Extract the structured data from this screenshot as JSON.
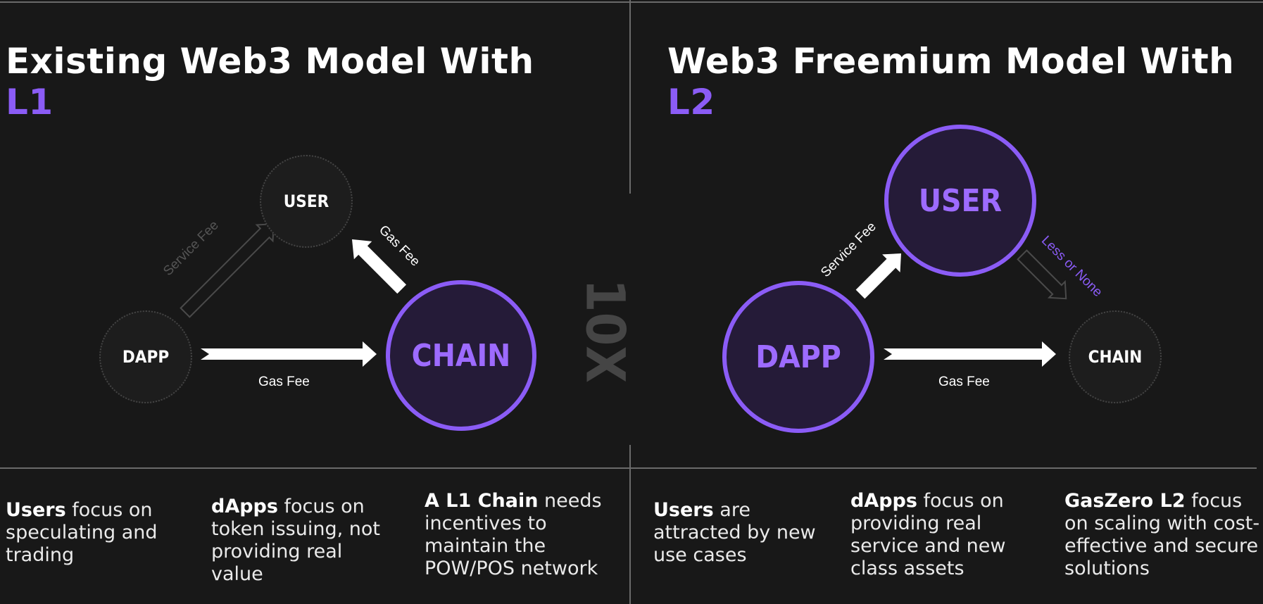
{
  "left": {
    "title_line1": "Existing Web3 Model With",
    "title_line2": "L1",
    "nodes": {
      "user": "USER",
      "dapp": "DAPP",
      "chain": "CHAIN"
    },
    "labels": {
      "service_fee": "Service Fee",
      "gas_fee_diag": "Gas Fee",
      "gas_fee_bottom": "Gas Fee"
    },
    "descriptions": [
      {
        "bold": "Users",
        "text": " focus on speculating and trading"
      },
      {
        "bold": "dApps",
        "text": " focus on token issuing, not providing real value"
      },
      {
        "bold": "A L1 Chain",
        "text": " needs incentives to maintain the POW/POS network"
      }
    ]
  },
  "right": {
    "title_line1": "Web3 Freemium Model With",
    "title_line2": "L2",
    "nodes": {
      "user": "USER",
      "dapp": "DAPP",
      "chain": "CHAIN"
    },
    "labels": {
      "service_fee": "Service Fee",
      "less_or_none": "Less or None",
      "gas_fee_bottom": "Gas Fee"
    },
    "descriptions": [
      {
        "bold": "Users",
        "text": " are attracted by new use cases"
      },
      {
        "bold": "dApps",
        "text": " focus on providing real service and new class assets"
      },
      {
        "bold": "GasZero L2",
        "text": "  focus on scaling with cost-effective and secure solutions"
      }
    ]
  },
  "center_watermark": "10X",
  "colors": {
    "accent": "#8b5cf6",
    "background": "#181818",
    "divider": "#6a6a6a",
    "watermark": "#454545"
  }
}
